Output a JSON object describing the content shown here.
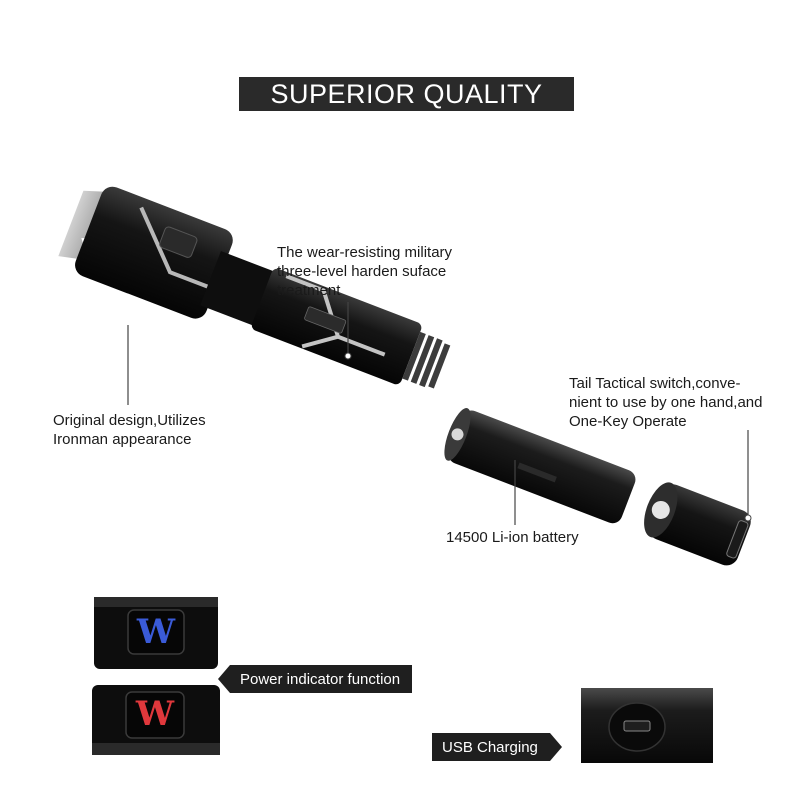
{
  "title": "SUPERIOR QUALITY",
  "callouts": {
    "surface": "The wear-resisting military\nthree-level harden suface\ntreatment",
    "design": "Original design,Utilizes\nIronman appearance",
    "switch": "Tail Tactical switch,conve-\nnient to use by one hand,and\nOne-Key Operate",
    "battery": "14500 Li-ion battery"
  },
  "insets": {
    "power_label": "Power indicator function",
    "usb_label": "USB Charging",
    "indicator_letter": "W",
    "indicator_blue": "#3a5bd8",
    "indicator_red": "#e0383c"
  }
}
